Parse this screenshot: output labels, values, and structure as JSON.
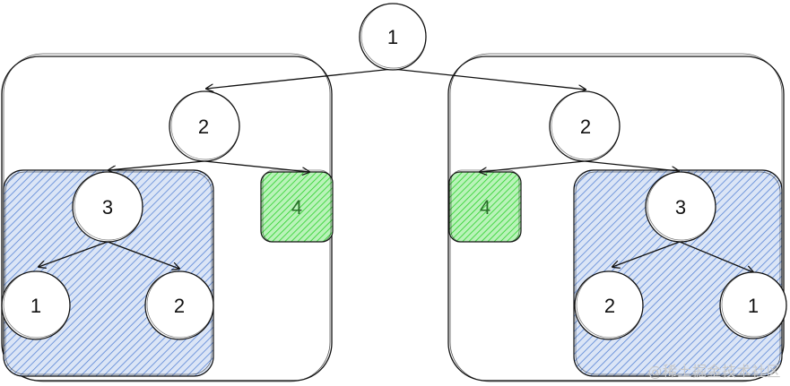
{
  "colors": {
    "hatch_blue": "#5a86d6",
    "hatch_fill_blue": "#cfdcf3",
    "hatch_green": "#2bd12b",
    "hatch_fill_green": "#a9f0a9",
    "stroke": "#111111"
  },
  "tree": {
    "root": "1",
    "left": {
      "child": "2",
      "subtree_root": "3",
      "subtree_left": "1",
      "subtree_right": "2",
      "leaf_green": "4"
    },
    "right": {
      "child": "2",
      "leaf_green": "4",
      "subtree_root": "3",
      "subtree_left": "2",
      "subtree_right": "1"
    }
  },
  "watermark": "@稀土掘金技术社区"
}
